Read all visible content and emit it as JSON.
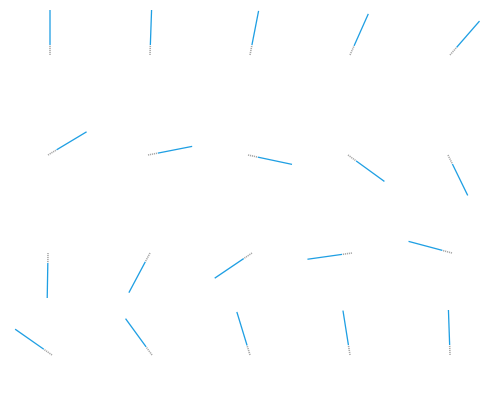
{
  "colors": {
    "background": "#ffffff",
    "needle": "#1f9fe3",
    "needle_tip": "#a8a8a8"
  },
  "needles": [
    {
      "id": 1,
      "angle_deg": 90
    },
    {
      "id": 2,
      "angle_deg": 88
    },
    {
      "id": 3,
      "angle_deg": 79
    },
    {
      "id": 4,
      "angle_deg": 66
    },
    {
      "id": 5,
      "angle_deg": 49
    },
    {
      "id": 6,
      "angle_deg": 31
    },
    {
      "id": 7,
      "angle_deg": 11
    },
    {
      "id": 8,
      "angle_deg": -12
    },
    {
      "id": 9,
      "angle_deg": -36
    },
    {
      "id": 10,
      "angle_deg": -64
    },
    {
      "id": 11,
      "angle_deg": -91
    },
    {
      "id": 12,
      "angle_deg": -118
    },
    {
      "id": 13,
      "angle_deg": -146
    },
    {
      "id": 14,
      "angle_deg": -172
    },
    {
      "id": 15,
      "angle_deg": 165
    },
    {
      "id": 16,
      "angle_deg": 145
    },
    {
      "id": 17,
      "angle_deg": 126
    },
    {
      "id": 18,
      "angle_deg": 107
    },
    {
      "id": 19,
      "angle_deg": 99
    },
    {
      "id": 20,
      "angle_deg": 92
    }
  ]
}
